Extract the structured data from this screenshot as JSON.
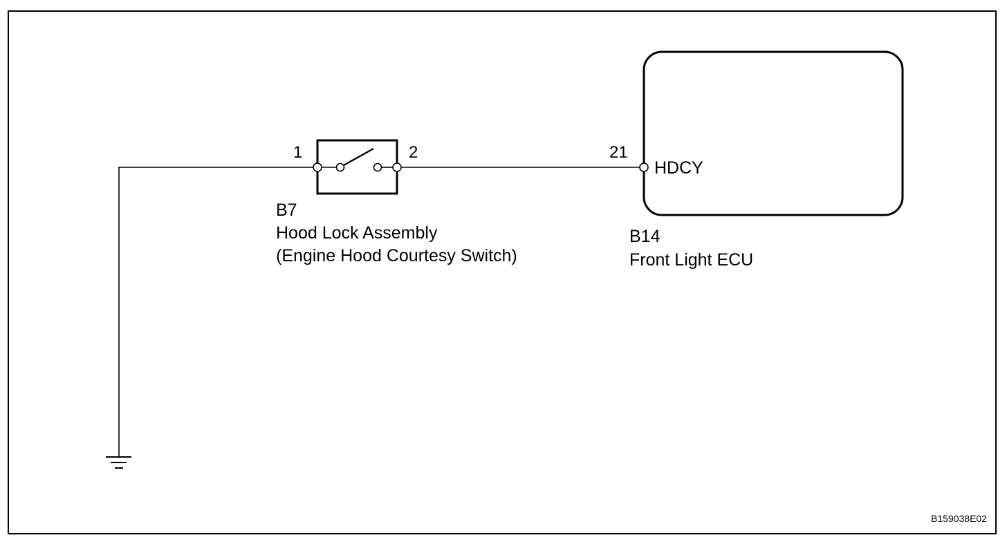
{
  "switch_component": {
    "code": "B7",
    "name": "Hood Lock Assembly",
    "subname": "(Engine Hood Courtesy Switch)",
    "pin_in": "1",
    "pin_out": "2"
  },
  "ecu_component": {
    "code": "B14",
    "name": "Front Light ECU",
    "pin": "21",
    "terminal_label": "HDCY"
  },
  "figure_code": "B159038E02"
}
